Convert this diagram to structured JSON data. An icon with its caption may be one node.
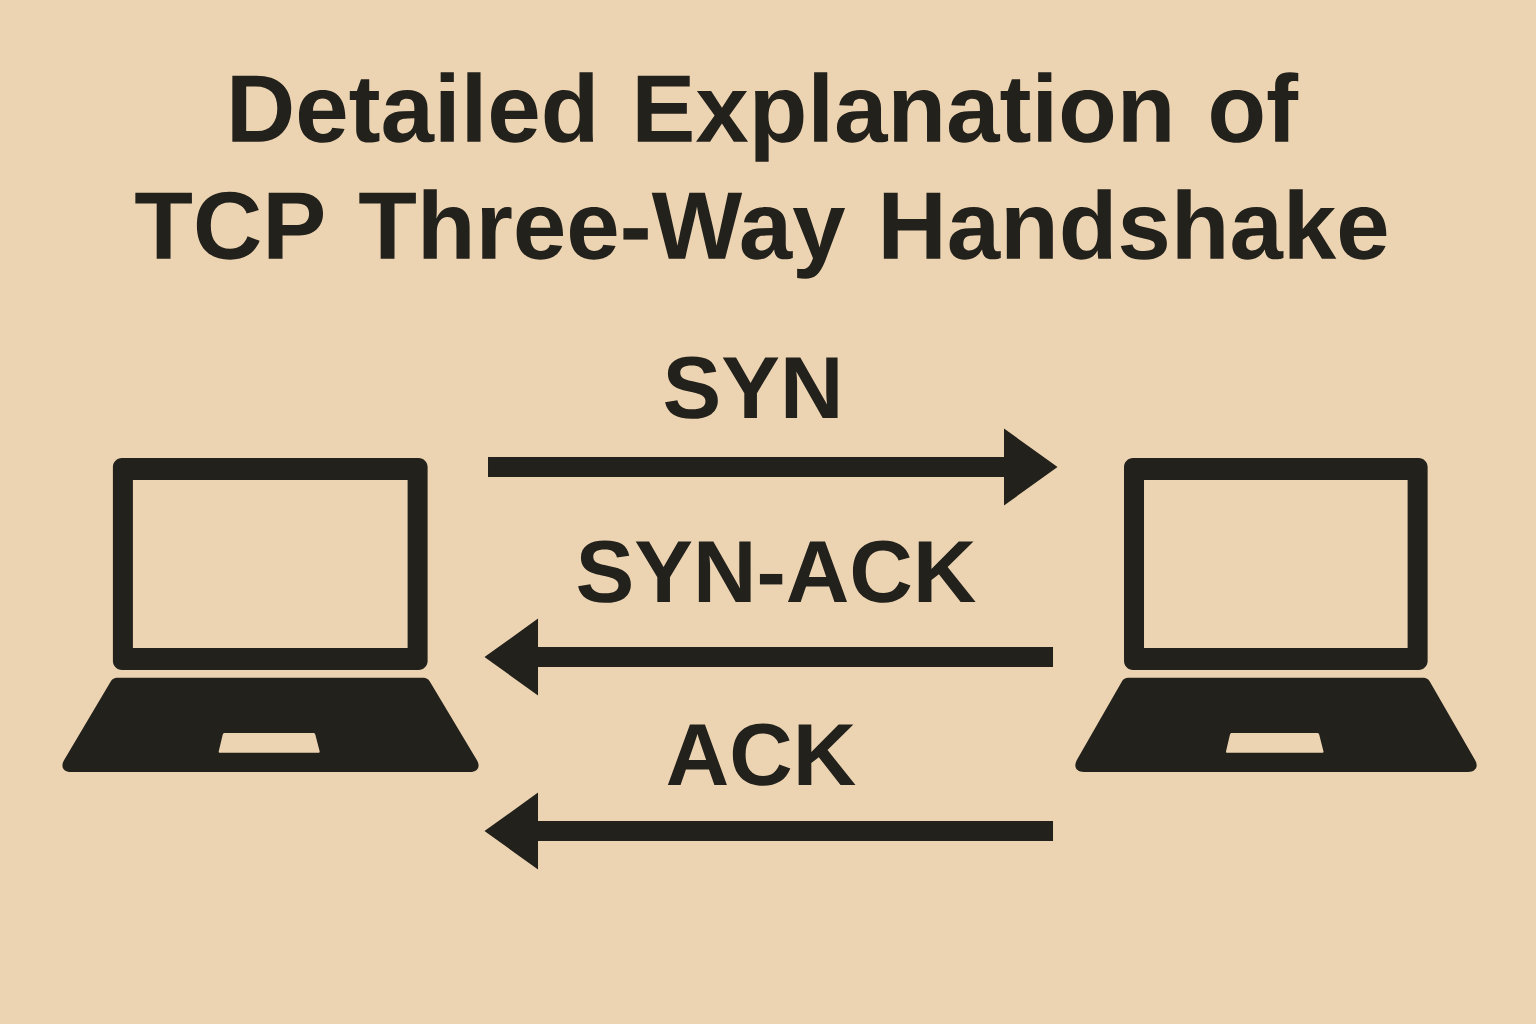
{
  "diagram": {
    "title": "Detailed Explanation of TCP Three-Way Handshake",
    "nodes": [
      {
        "text": [],
        "shape": "picture"
      },
      {
        "text": [],
        "shape": "picture"
      }
    ],
    "edges": [
      {
        "from": 0,
        "to": 1,
        "arrow": "to",
        "label": "SYN"
      },
      {
        "from": 1,
        "to": 0,
        "arrow": "to",
        "label": "SYN-ACK"
      },
      {
        "from": 1,
        "to": 0,
        "arrow": "to",
        "label": "ACK"
      }
    ]
  }
}
